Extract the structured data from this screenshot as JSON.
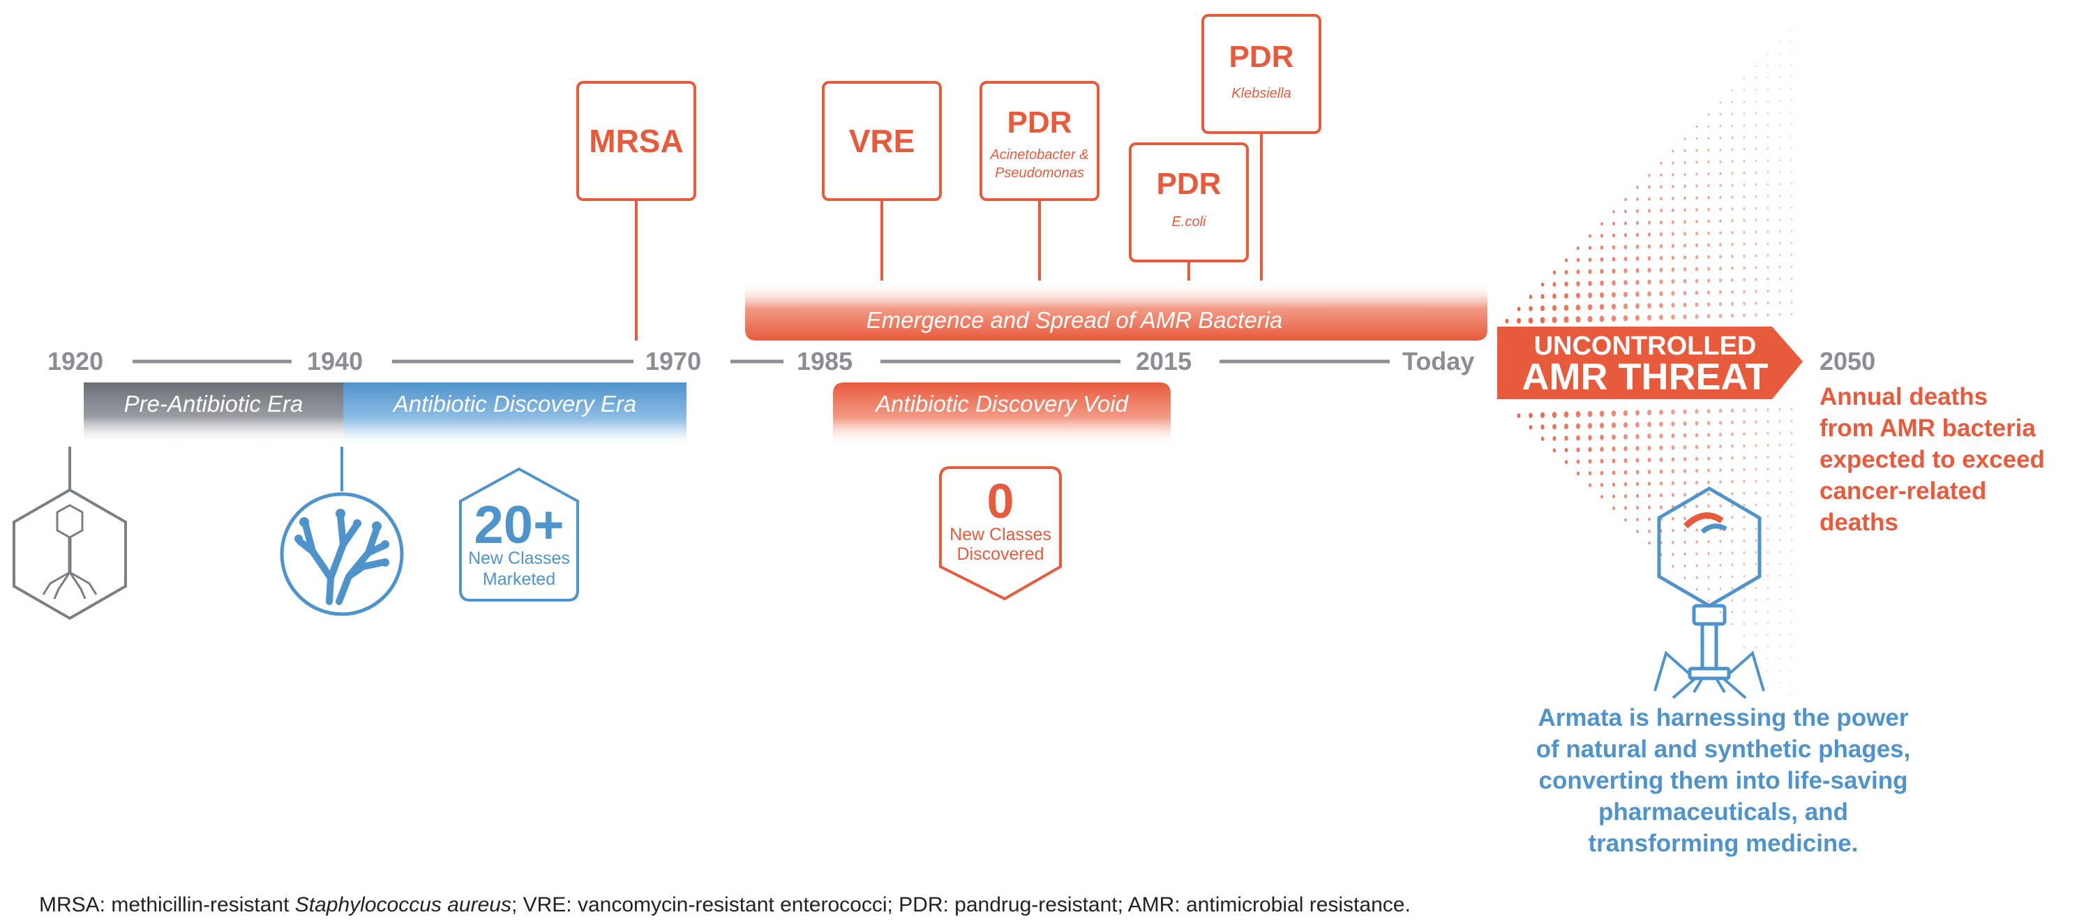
{
  "colors": {
    "orange": "#e85a3c",
    "blue": "#4f93cd",
    "gray": "#7a7e85",
    "dark_gray": "#6b6f76",
    "axis_gray": "#8a8e94"
  },
  "timeline": {
    "years": [
      "1920",
      "1940",
      "1970",
      "1985",
      "2015",
      "Today"
    ],
    "future_year": "2050"
  },
  "eras": {
    "pre_antibiotic": "Pre-Antibiotic Era",
    "antibiotic_discovery": "Antibiotic Discovery Era",
    "discovery_void": "Antibiotic Discovery Void",
    "emergence": "Emergence and Spread of AMR Bacteria"
  },
  "resistance_boxes": {
    "mrsa": {
      "title": "MRSA"
    },
    "vre": {
      "title": "VRE"
    },
    "pdr_acineto": {
      "title": "PDR",
      "line1": "Acinetobacter &",
      "line2": "Pseudomonas"
    },
    "pdr_ecoli": {
      "title": "PDR",
      "line1": "E.coli"
    },
    "pdr_kleb": {
      "title": "PDR",
      "line1": "Klebsiella"
    }
  },
  "badges": {
    "new_classes": {
      "number": "20+",
      "line1": "New Classes",
      "line2": "Marketed"
    },
    "zero_classes": {
      "number": "0",
      "line1": "New Classes",
      "line2": "Discovered"
    }
  },
  "threat": {
    "line1": "UNCONTROLLED",
    "line2": "AMR THREAT"
  },
  "forecast": {
    "lines": [
      "Annual deaths",
      "from AMR bacteria",
      "expected to exceed",
      "cancer-related",
      "deaths"
    ]
  },
  "armata": {
    "lines": [
      "Armata is harnessing the power",
      "of natural and synthetic phages,",
      "converting them into life-saving",
      "pharmaceuticals, and",
      "transforming medicine."
    ]
  },
  "footnote": {
    "prefix": "MRSA: methicillin-resistant ",
    "italic": "Staphylococcus aureus",
    "suffix": "; VRE: vancomycin-resistant enterococci; PDR: pandrug-resistant; AMR: antimicrobial resistance."
  }
}
